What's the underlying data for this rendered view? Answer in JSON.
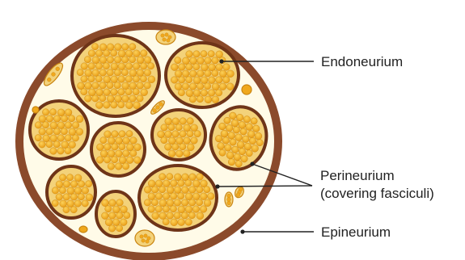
{
  "labels": {
    "endoneurium": "Endoneurium",
    "perineurium_line1": "Perineurium",
    "perineurium_line2": "(covering fasciculi)",
    "epineurium": "Epineurium"
  },
  "colors": {
    "epineurium_outer": "#8B4A2B",
    "epineurium_inner": "#FFFBE8",
    "perineurium": "#6E3418",
    "fascicle_fill": "#F3D27A",
    "fiber": "#F0A81C",
    "fiber_edge": "#C98410",
    "leader_line": "#222222"
  }
}
